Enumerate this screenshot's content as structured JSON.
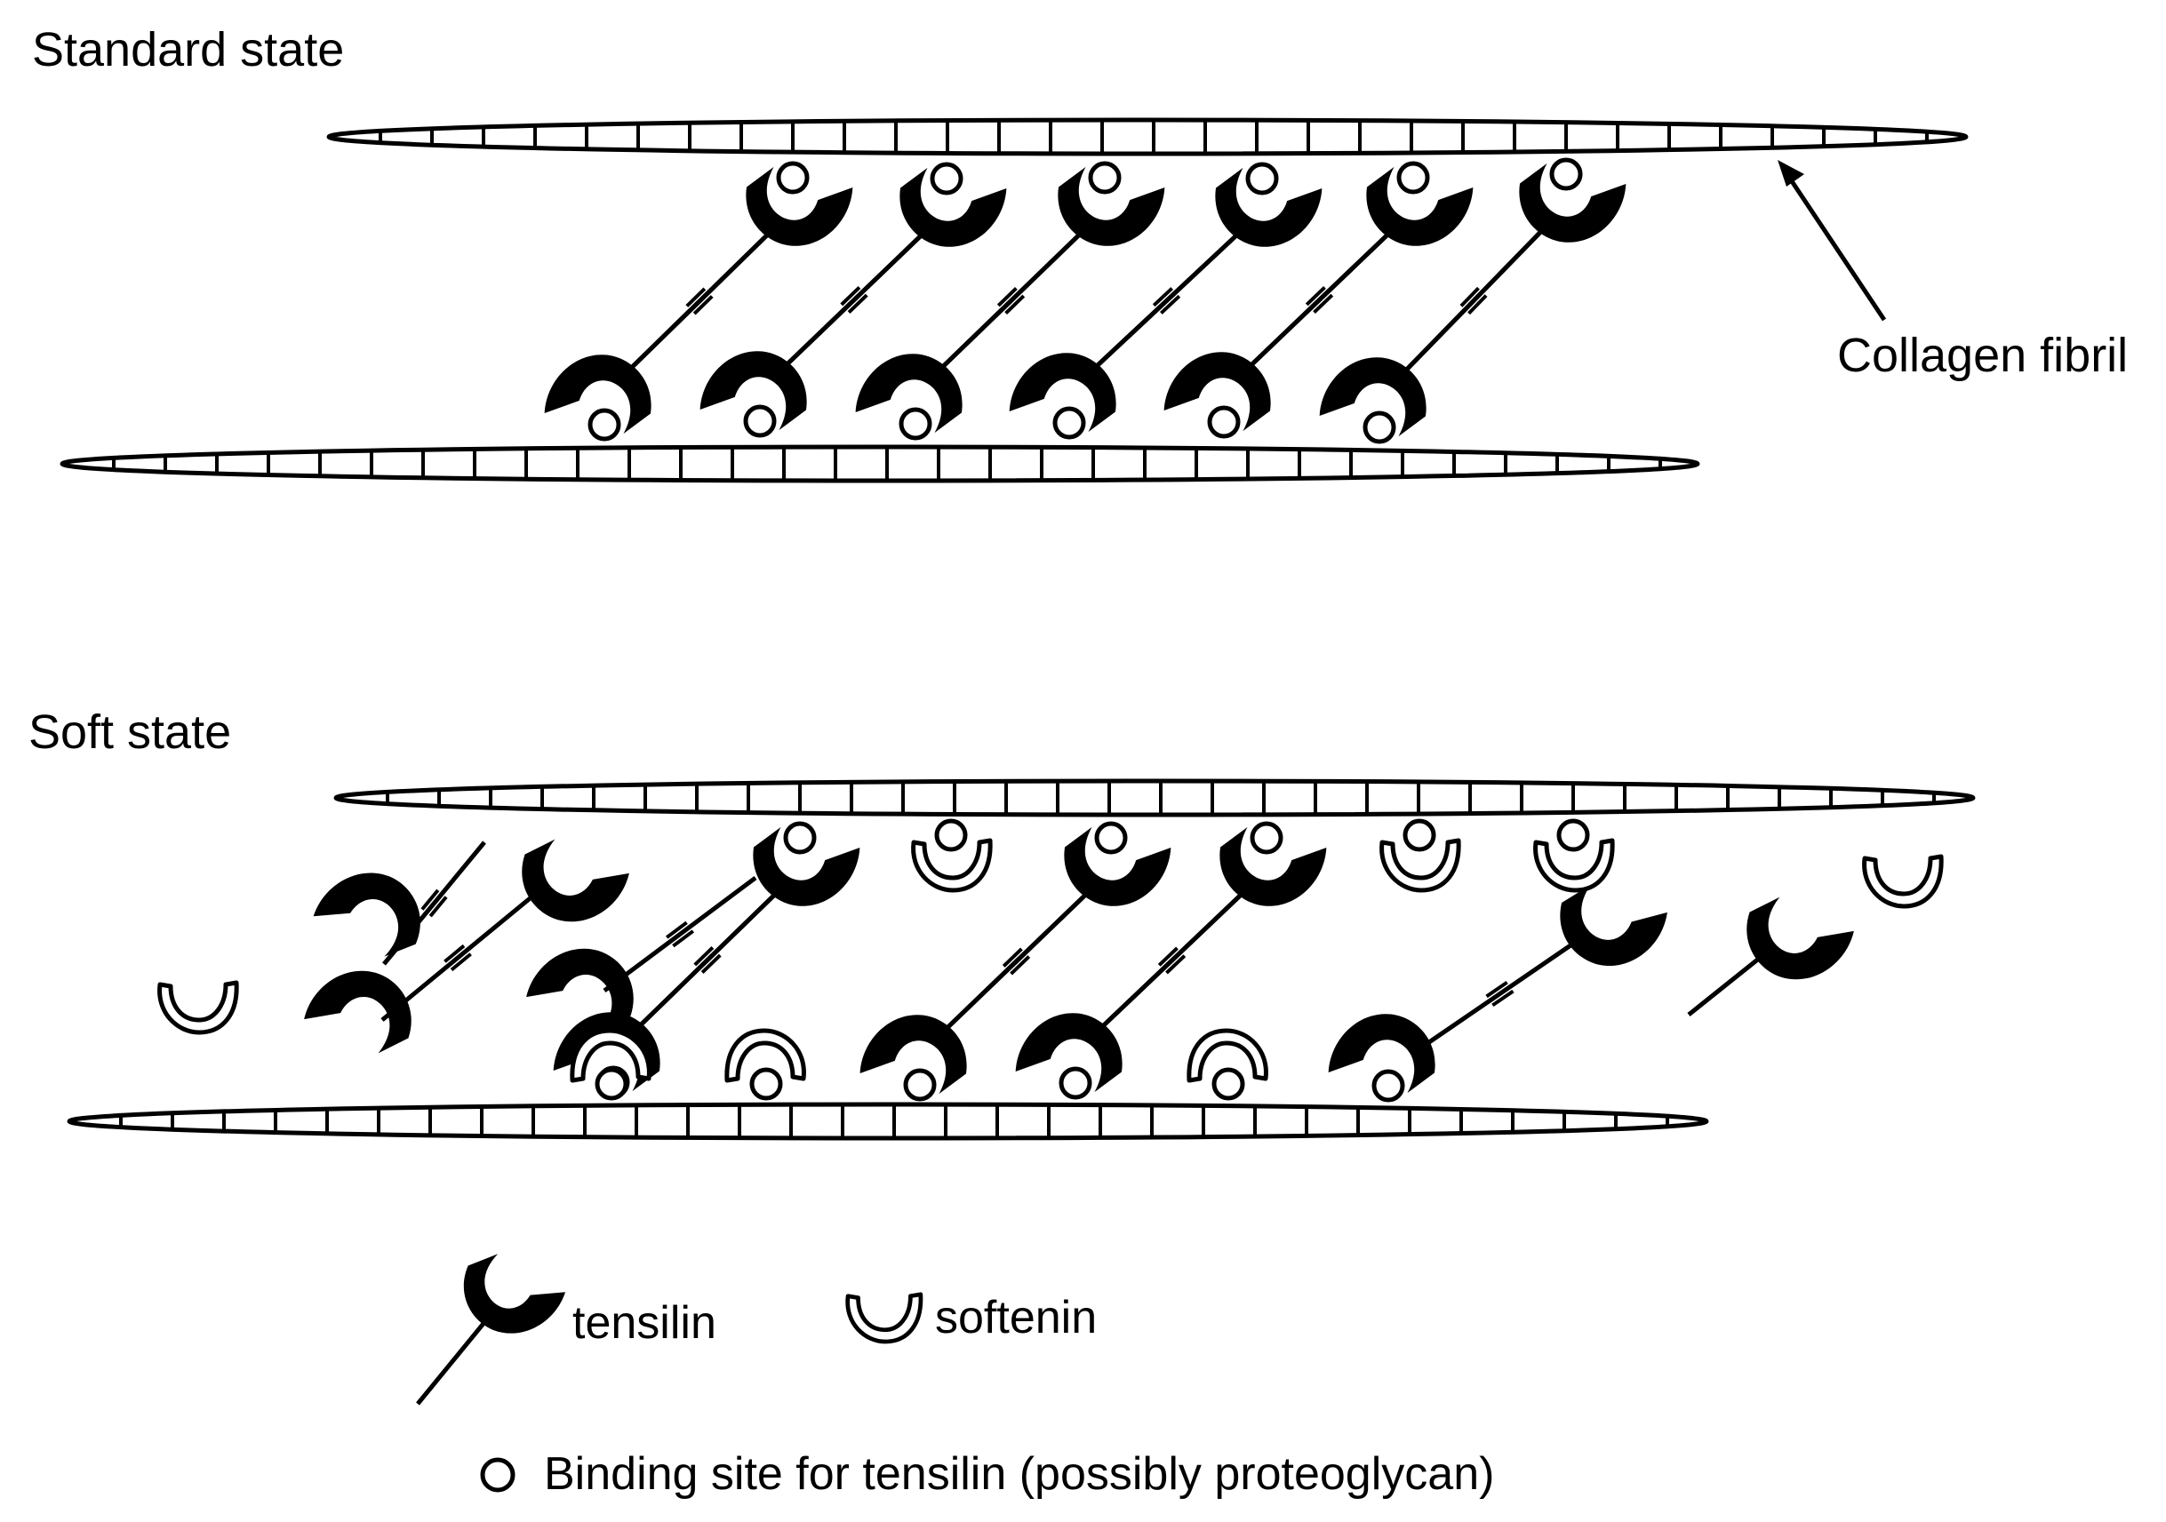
{
  "panels": {
    "standard": {
      "title": "Standard state"
    },
    "soft": {
      "title": "Soft state"
    }
  },
  "annotations": {
    "collagen": "Collagen fibril"
  },
  "legend": {
    "tensilin": "tensilin",
    "softenin": "softenin",
    "binding_site": "Binding site for tensilin (possibly proteoglycan)"
  },
  "colors": {
    "ink": "#000000",
    "paper": "#ffffff"
  }
}
